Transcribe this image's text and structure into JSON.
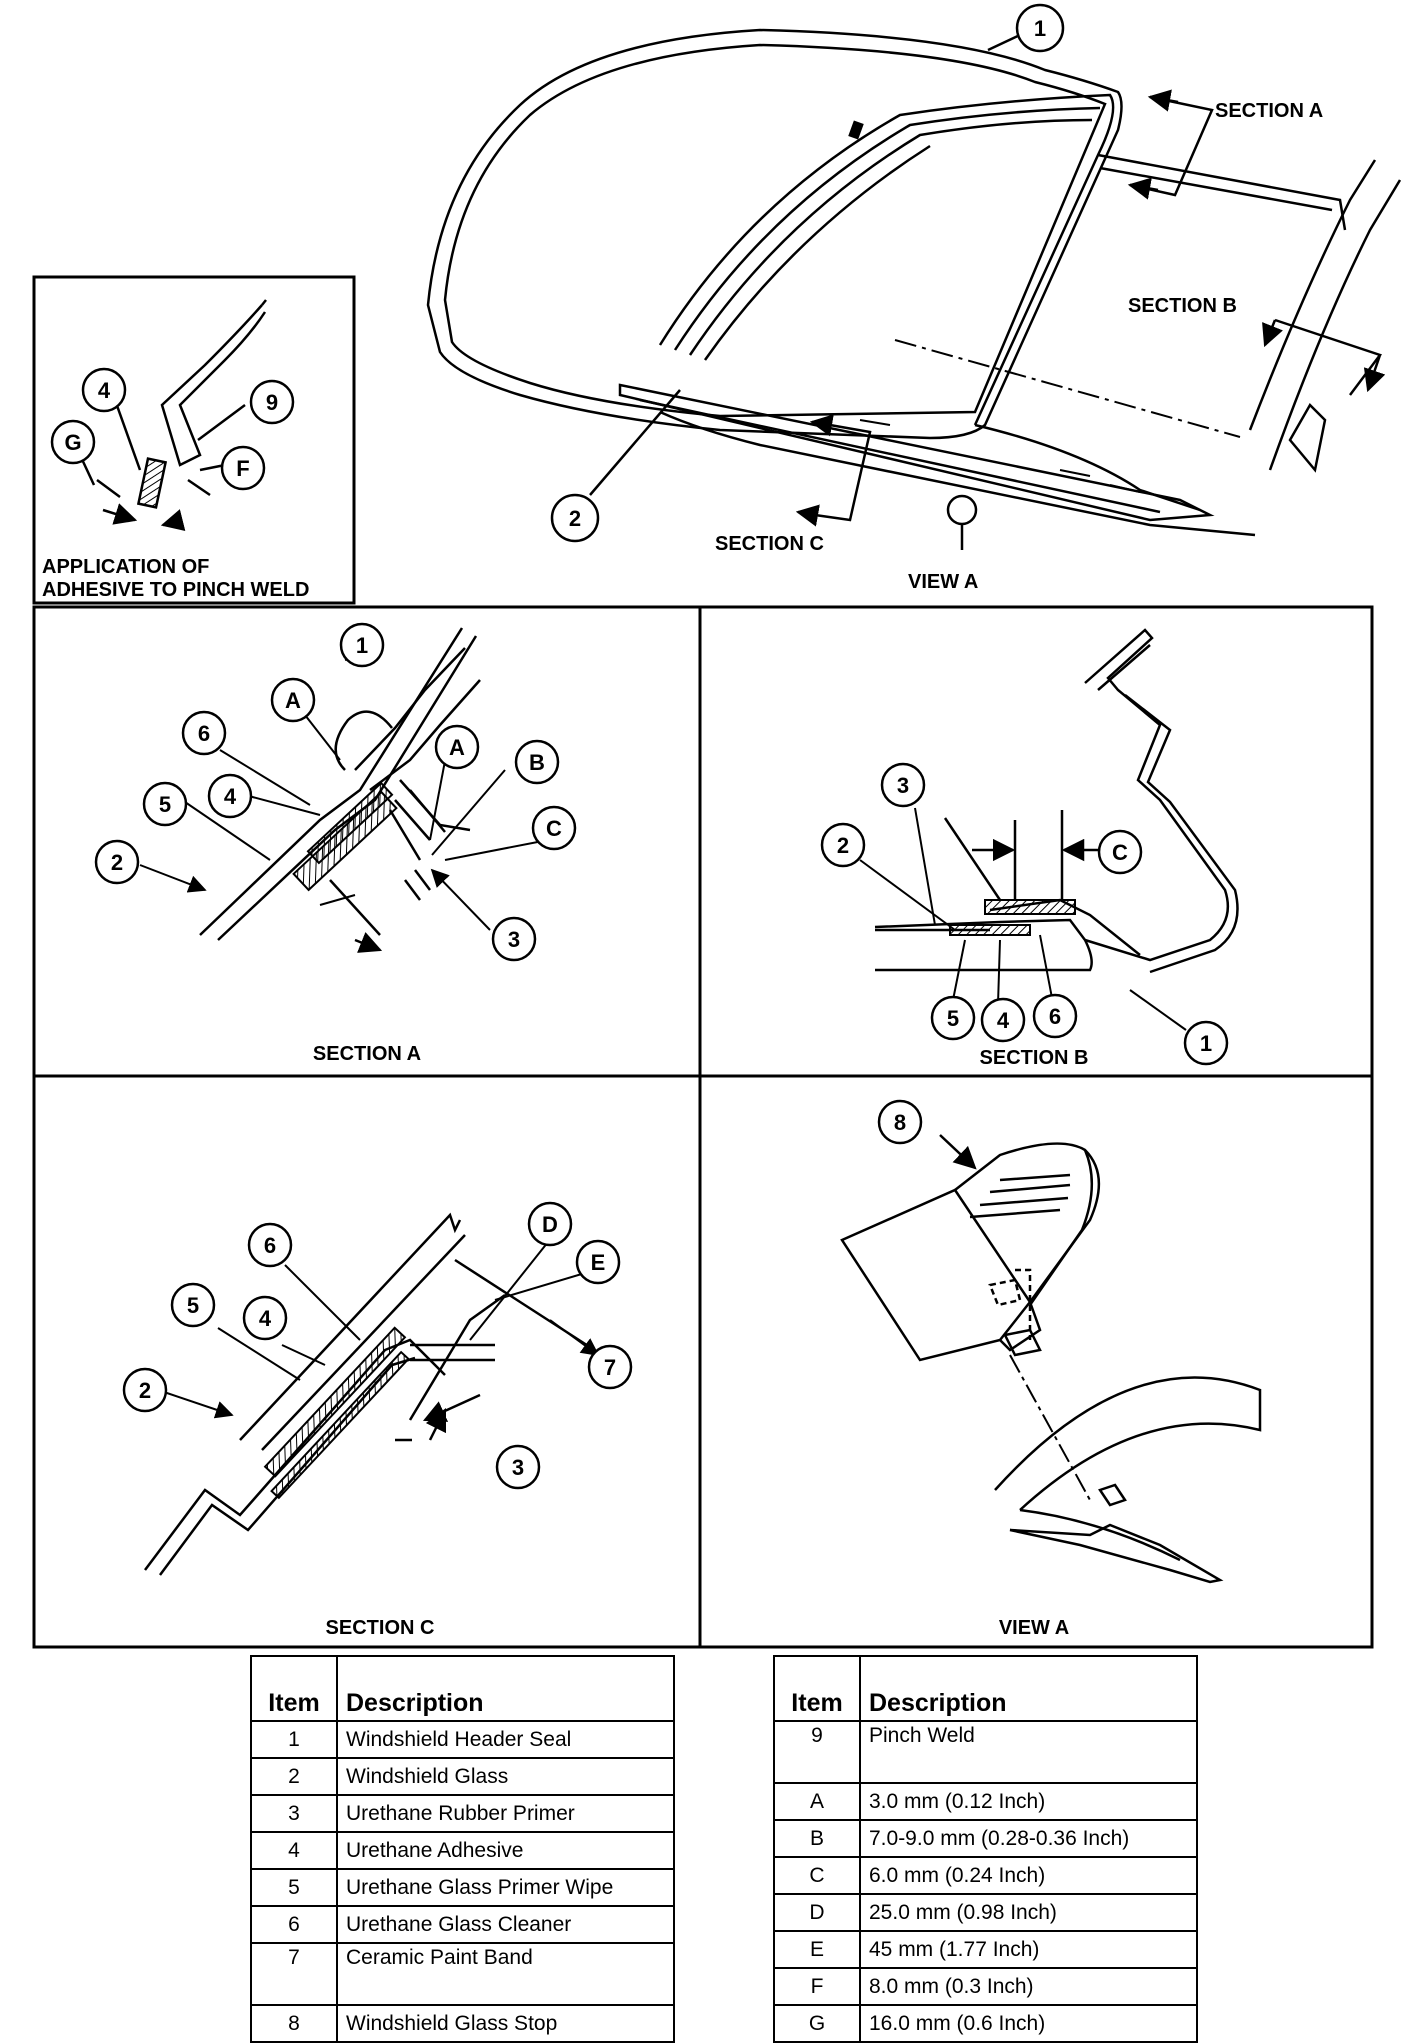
{
  "labels": {
    "section_a_top": "SECTION A",
    "section_b_top": "SECTION B",
    "section_c_top": "SECTION C",
    "view_a_top": "VIEW A",
    "inset_caption_line1": "APPLICATION OF",
    "inset_caption_line2": "ADHESIVE TO PINCH WELD",
    "panel_section_a": "SECTION A",
    "panel_section_b": "SECTION B",
    "panel_section_c": "SECTION C",
    "panel_view_a": "VIEW A"
  },
  "callouts": {
    "n1": "1",
    "n2": "2",
    "n3": "3",
    "n4": "4",
    "n5": "5",
    "n6": "6",
    "n7": "7",
    "n8": "8",
    "n9": "9",
    "A": "A",
    "B": "B",
    "C": "C",
    "D": "D",
    "E": "E",
    "F": "F",
    "G": "G"
  },
  "legend_left": {
    "header_item": "Item",
    "header_desc": "Description",
    "rows": [
      {
        "item": "1",
        "desc": "Windshield Header Seal"
      },
      {
        "item": "2",
        "desc": "Windshield Glass"
      },
      {
        "item": "3",
        "desc": "Urethane Rubber Primer"
      },
      {
        "item": "4",
        "desc": "Urethane Adhesive"
      },
      {
        "item": "5",
        "desc": "Urethane Glass Primer Wipe"
      },
      {
        "item": "6",
        "desc": "Urethane Glass Cleaner"
      },
      {
        "item": "7",
        "desc": "Ceramic Paint Band"
      },
      {
        "item": "8",
        "desc": "Windshield Glass Stop"
      }
    ]
  },
  "legend_right": {
    "header_item": "Item",
    "header_desc": "Description",
    "rows": [
      {
        "item": "9",
        "desc": "Pinch Weld"
      },
      {
        "item": "A",
        "desc": "3.0 mm (0.12 Inch)"
      },
      {
        "item": "B",
        "desc": "7.0-9.0 mm (0.28-0.36 Inch)"
      },
      {
        "item": "C",
        "desc": "6.0 mm (0.24 Inch)"
      },
      {
        "item": "D",
        "desc": "25.0 mm (0.98 Inch)"
      },
      {
        "item": "E",
        "desc": "45 mm (1.77 Inch)"
      },
      {
        "item": "F",
        "desc": "8.0 mm (0.3 Inch)"
      },
      {
        "item": "G",
        "desc": "16.0 mm (0.6 Inch)"
      }
    ]
  }
}
